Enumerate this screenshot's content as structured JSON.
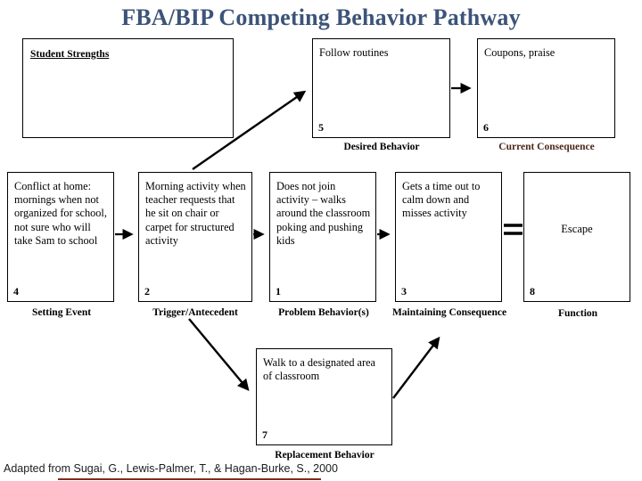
{
  "title": "FBA/BIP Competing Behavior Pathway",
  "boxes": {
    "student_strengths": {
      "heading": "Student Strengths"
    },
    "desired_behavior": {
      "text": "Follow routines",
      "number": "5",
      "caption": "Desired Behavior"
    },
    "current_consequence": {
      "text": "Coupons, praise",
      "number": "6",
      "caption": "Current Consequence"
    },
    "setting_event": {
      "text": "Conflict at home: mornings when not organized for school, not sure who will take Sam to school",
      "number": "4",
      "caption": "Setting Event"
    },
    "trigger_antecedent": {
      "text": "Morning activity when teacher requests that he sit on chair or carpet for structured activity",
      "number": "2",
      "caption": "Trigger/Antecedent"
    },
    "problem_behavior": {
      "text": "Does not join activity – walks around the classroom poking and pushing kids",
      "number": "1",
      "caption": "Problem Behavior(s)"
    },
    "maintaining_consequence": {
      "text": "Gets a time out to calm down and misses activity",
      "number": "3",
      "caption": "Maintaining Consequence"
    },
    "function": {
      "text": "Escape",
      "number": "8",
      "caption": "Function"
    },
    "replacement_behavior": {
      "text": "Walk to a designated area of classroom",
      "number": "7",
      "caption": "Replacement Behavior"
    }
  },
  "footer": {
    "citation": "Adapted from Sugai, G., Lewis-Palmer, T., & Hagan-Burke, S., 2000"
  },
  "colors": {
    "title_text": "#3c5478",
    "caption_highlight": "#4a2817",
    "footer_underline": "#7e2d1a",
    "box_border": "#000000",
    "background": "#ffffff"
  }
}
